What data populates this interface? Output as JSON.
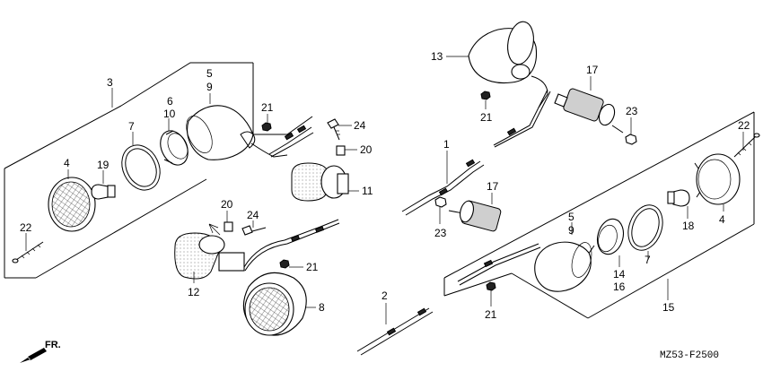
{
  "diagram": {
    "code": "MZ53-F2500",
    "direction_label": "FR.",
    "callouts": {
      "c1": "1",
      "c2": "2",
      "c3": "3",
      "c4a": "4",
      "c4b": "4",
      "c5a": "5",
      "c5b": "5",
      "c6": "6",
      "c7a": "7",
      "c7b": "7",
      "c8": "8",
      "c9a": "9",
      "c9b": "9",
      "c10": "10",
      "c11": "11",
      "c12": "12",
      "c13": "13",
      "c14": "14",
      "c15": "15",
      "c16": "16",
      "c17a": "17",
      "c17b": "17",
      "c18": "18",
      "c19": "19",
      "c20a": "20",
      "c20b": "20",
      "c21a": "21",
      "c21b": "21",
      "c21c": "21",
      "c21d": "21",
      "c22a": "22",
      "c22b": "22",
      "c23a": "23",
      "c23b": "23",
      "c24a": "24",
      "c24b": "24"
    }
  }
}
